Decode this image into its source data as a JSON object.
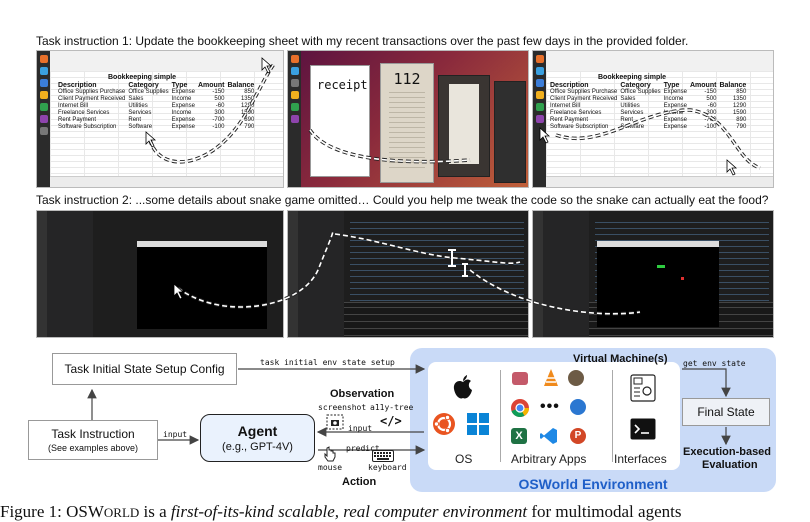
{
  "task1": {
    "instruction": "Task instruction 1: Update the bookkeeping sheet with my recent transactions over the past few days in the provided folder.",
    "sheet_title": "Bookkeeping simple",
    "headers": [
      "Description",
      "Category",
      "Type",
      "Amount",
      "Balance"
    ],
    "rows": [
      [
        "Office Supplies Purchase",
        "Office Supplies",
        "Expense",
        "-150",
        "850"
      ],
      [
        "Client Payment Received",
        "Sales",
        "Income",
        "500",
        "1350"
      ],
      [
        "Internet Bill",
        "Utilities",
        "Expense",
        "-60",
        "1290"
      ],
      [
        "Freelance Services",
        "Services",
        "Income",
        "300",
        "1590"
      ],
      [
        "Rent Payment",
        "Rent",
        "Expense",
        "-700",
        "890"
      ],
      [
        "Software Subscription",
        "Software",
        "Expense",
        "-100",
        "790"
      ]
    ],
    "receipt_word": "receipt",
    "receipt_number": "112"
  },
  "task2": {
    "instruction": "Task instruction 2: ...some details about snake game omitted… Could you help me tweak the code so the snake can actually eat the food?"
  },
  "diagram": {
    "setup_config": "Task Initial State Setup Config",
    "setup_arrow": "task initial env state setup",
    "task_instruction": "Task Instruction",
    "task_instruction_sub": "(See examples above)",
    "input_label": "input",
    "agent_title": "Agent",
    "agent_sub": "(e.g., GPT-4V)",
    "observation": "Observation",
    "screenshot": "screenshot",
    "a11y_tree": "a11y-tree",
    "obs_input": "input",
    "predict": "predict",
    "mouse": "mouse",
    "keyboard": "keyboard",
    "action": "Action",
    "vm_label": "Virtual Machine(s)",
    "os_label": "OS",
    "apps_label": "Arbitrary Apps",
    "interfaces_label": "Interfaces",
    "get_env_state": "get env state",
    "final_state": "Final State",
    "eval_line1": "Execution-based",
    "eval_line2": "Evaluation",
    "env_name": "OSWorld Environment"
  },
  "caption": {
    "prefix": "Figure 1: OSW",
    "smallcaps": "ORLD",
    "middle": " is a ",
    "italic": "first-of-its-kind scalable, real computer environment",
    "suffix": " for multimodal agents"
  },
  "colors": {
    "agent_fill": "#eaf2fd",
    "env_fill": "#c9daf7",
    "env_title": "#1f5fc8",
    "final_fill": "#eef1f6"
  }
}
